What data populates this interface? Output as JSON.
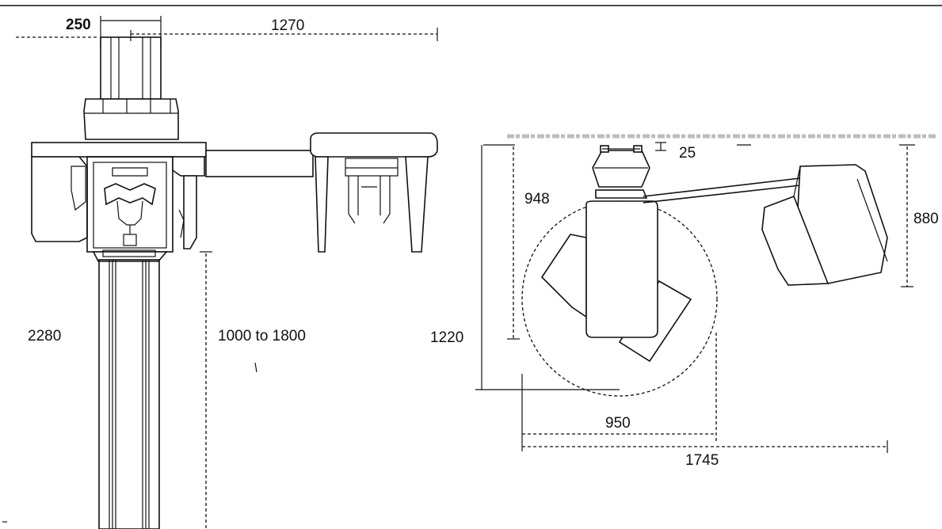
{
  "dimensions": {
    "column_width": "250",
    "arm_reach": "1270",
    "total_height": "2280",
    "height_range": "1000 to 1800",
    "top_depth": "1220",
    "arm_depth": "948",
    "head_depth": "880",
    "cap_height": "25",
    "swing_diameter": "950",
    "total_width": "1745"
  }
}
